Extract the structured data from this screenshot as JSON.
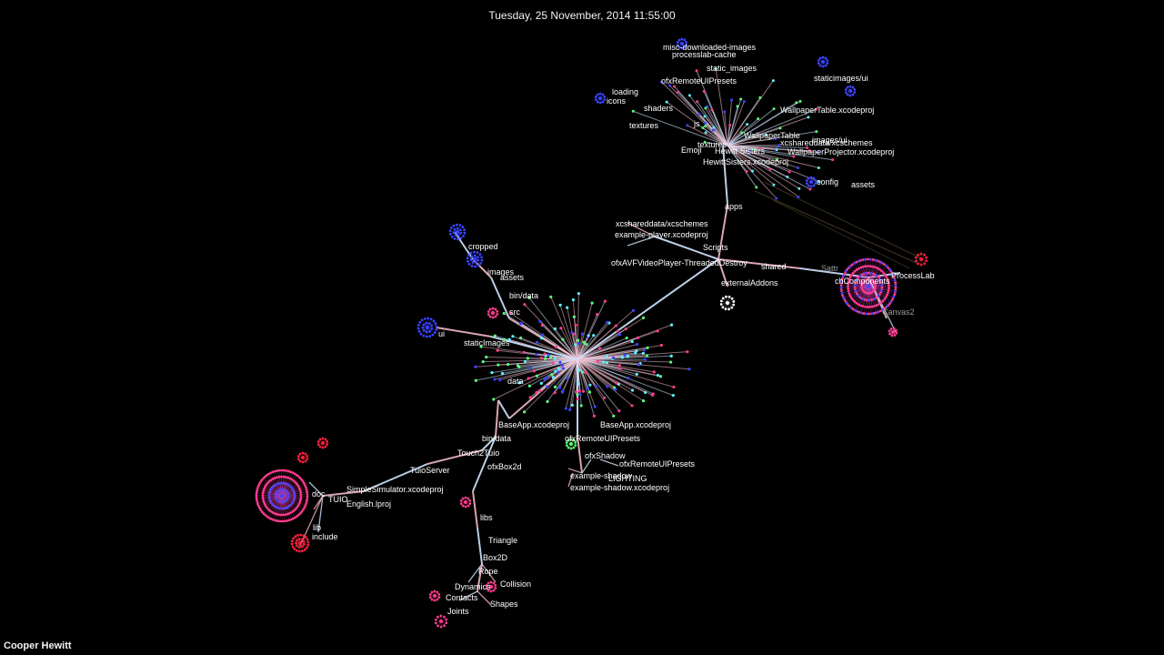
{
  "timestamp": "Tuesday, 25 November, 2014 11:55:00",
  "credit": "Cooper Hewitt",
  "colors": {
    "background": "#000000",
    "edge_warm": "#f2b8c6",
    "edge_cool": "#cfe6ff",
    "node_blue": "#3b43ff",
    "node_pink": "#ff3b8f",
    "node_red": "#ff1e3c",
    "node_green": "#5cff7a",
    "node_cyan": "#5ff2ff"
  },
  "labels": [
    "cropped",
    "images",
    "assets",
    "bin/data",
    "src",
    "ui",
    "staticImages",
    "data",
    "xcshareddata/xcschemes",
    "example-player.xcodeproj",
    "ofxAVFVideoPlayer-ThreadedDestroy",
    "externalAddons",
    "apps",
    "shared",
    "chComponents",
    "ProcessLab",
    "Canvas2",
    "BaseApp.xcodeproj",
    "bin/data",
    "Touch2Tuio",
    "TuioServer",
    "SimpleSimulator.xcodeproj",
    "English.lproj",
    "doc",
    "TUIO",
    "include",
    "lib",
    "ofxBox2d",
    "libs",
    "Triangle",
    "Box2D",
    "Rope",
    "Collision",
    "Dynamics",
    "Contacts",
    "Joints",
    "Shapes",
    "ofxRemoteUIPresets",
    "example-shadow",
    "LIGHTING",
    "example-shadow.xcodeproj",
    "shaders",
    "textures",
    "icons",
    "loading",
    "WallpaperTable",
    "WallpaperTable.xcodeproj",
    "WallpaperProjector.xcodeproj",
    "static_images",
    "misc-downloaded-images",
    "processlab-cache",
    "staticimages/ui",
    "ofxRemoteUIPresets",
    "xcshareddata/xcschemes",
    "images/ui",
    "config",
    "BaseApp.xcodeproj",
    "Scripts",
    "ofxShadow",
    "ofxRemoteUIPresets",
    "Sattr",
    "Hewitt Sisters",
    "HewittSisters.xcodeproj",
    "textures",
    "Emoji",
    "assets",
    "js"
  ]
}
